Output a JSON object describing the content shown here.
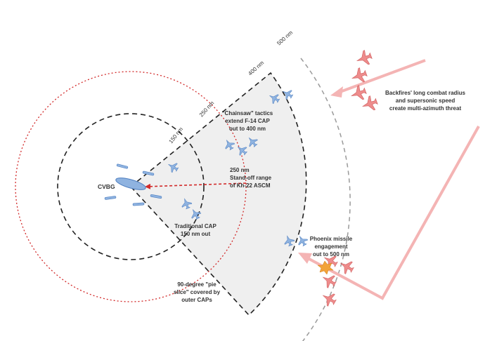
{
  "range_labels": {
    "r150": "150 nm",
    "r250": "250 nm",
    "r400": "400 nm",
    "r500": "500 nm"
  },
  "labels": {
    "cvbg": "CVBG",
    "chainsaw": [
      "\"Chainsaw\" tactics",
      "extend F-14 CAP",
      "out to 400 nm"
    ],
    "standoff": [
      "250 nm",
      "Stand-off range",
      "of Kh-22 ASCM"
    ],
    "traditional_cap": [
      "Traditional CAP",
      "150 nm out"
    ],
    "backfires": [
      "Backfires' long combat radius",
      "and supersonic speed",
      "create multi-azimuth threat"
    ],
    "phoenix": [
      "Phoenix missile",
      "engagement",
      "out to 500 nm"
    ],
    "pie_slice": [
      "90-degree \"pie",
      "slice\" covered by",
      "outer CAPs"
    ]
  },
  "colors": {
    "ring_red": "#d22a2a",
    "ring_black": "#222222",
    "ring_gray": "#9a9a9a",
    "sector_fill": "#efefef",
    "friendly_blue": "#8fb3e0",
    "friendly_blue_dark": "#4f7fc0",
    "threat_pink": "#ee8c8c",
    "threat_arrow": "#f4b4b4",
    "missile_blast": "#f2a33a"
  }
}
